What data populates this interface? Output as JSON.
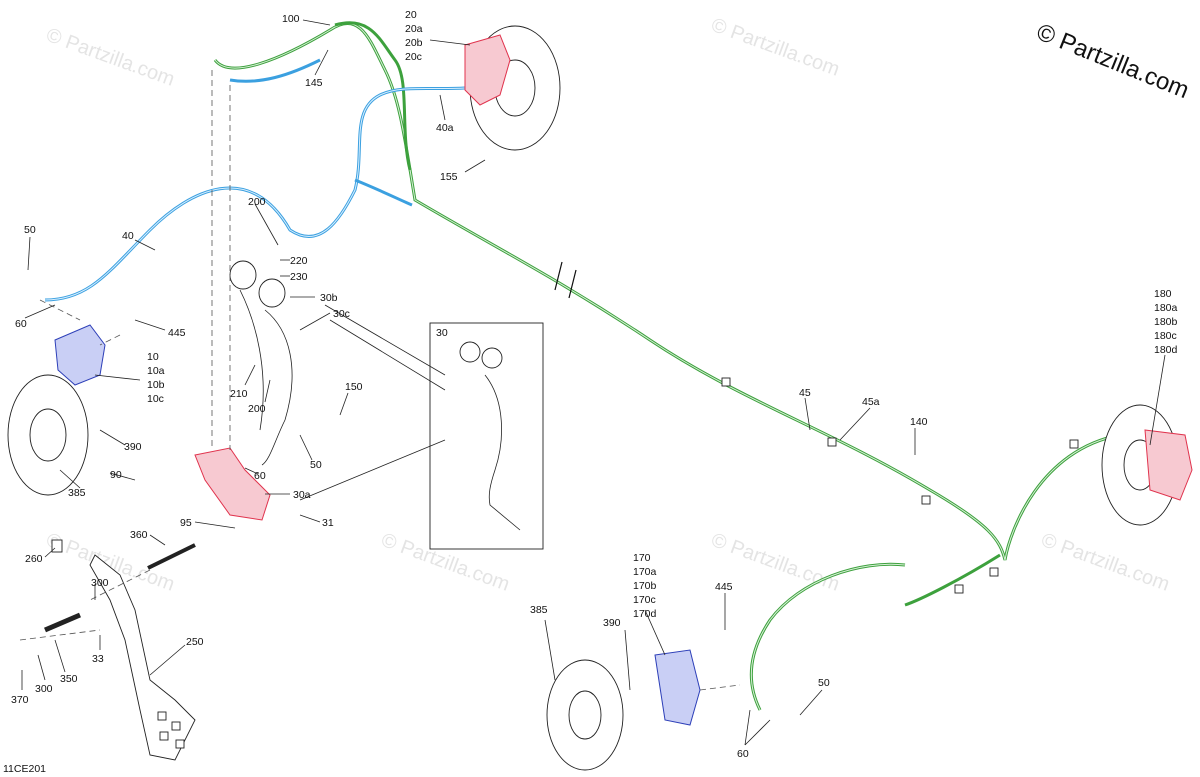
{
  "copyright": "© Partzilla.com",
  "watermark": "© Partzilla.com",
  "diagram_code": "11CE201",
  "inset_label": "30",
  "callouts": {
    "c100": "100",
    "c145": "145",
    "c20": "20",
    "c20a": "20a",
    "c20b": "20b",
    "c20c": "20c",
    "c40a": "40a",
    "c155": "155",
    "c50a": "50",
    "c40": "40",
    "c60a": "60",
    "c445a": "445",
    "c10": "10",
    "c10a": "10a",
    "c10b": "10b",
    "c10c": "10c",
    "c390a": "390",
    "c385a": "385",
    "c200a": "200",
    "c220": "220",
    "c230": "230",
    "c30b": "30b",
    "c30c": "30c",
    "c210": "210",
    "c200b": "200",
    "c150": "150",
    "c50b": "50",
    "c60b": "60",
    "c90": "90",
    "c30a": "30a",
    "c95": "95",
    "c31": "31",
    "c360": "360",
    "c260": "260",
    "c300a": "300",
    "c33": "33",
    "c250": "250",
    "c370": "370",
    "c300b": "300",
    "c350": "350",
    "c180": "180",
    "c180a": "180a",
    "c180b": "180b",
    "c180c": "180c",
    "c180d": "180d",
    "c45": "45",
    "c45a": "45a",
    "c140": "140",
    "c170": "170",
    "c170a": "170a",
    "c170b": "170b",
    "c170c": "170c",
    "c170d": "170d",
    "c445b": "445",
    "c385b": "385",
    "c390b": "390",
    "c50c": "50",
    "c60c": "60"
  },
  "colors": {
    "green_hose": "#3da13d",
    "blue_hose": "#3ba0e0",
    "red_part": "#e0334d",
    "blue_part": "#2d3fb8"
  }
}
